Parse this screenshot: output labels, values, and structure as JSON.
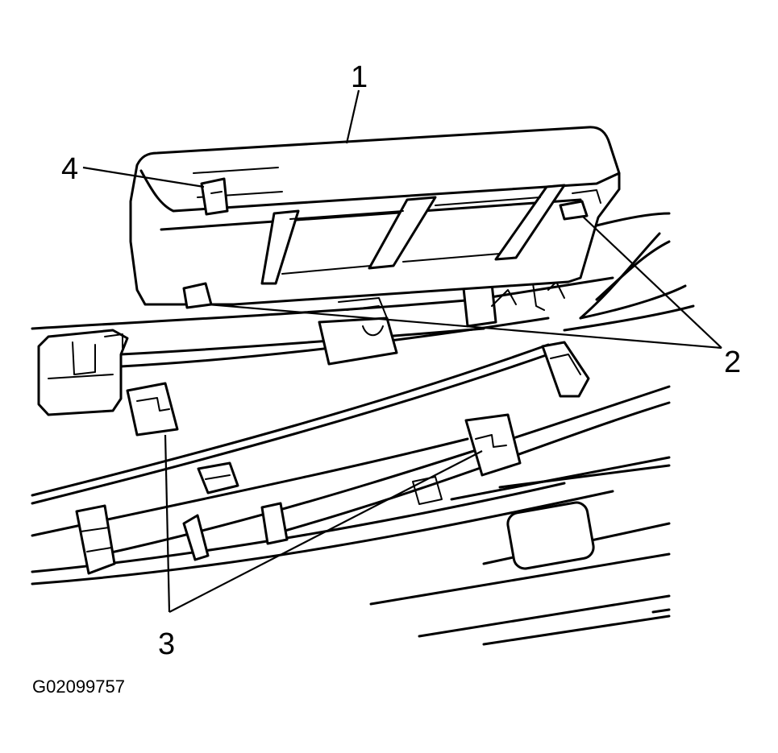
{
  "diagram": {
    "callouts": [
      {
        "id": "1",
        "text": "1"
      },
      {
        "id": "2",
        "text": "2"
      },
      {
        "id": "3",
        "text": "3"
      },
      {
        "id": "4",
        "text": "4"
      }
    ],
    "figure_code": "G02099757"
  }
}
